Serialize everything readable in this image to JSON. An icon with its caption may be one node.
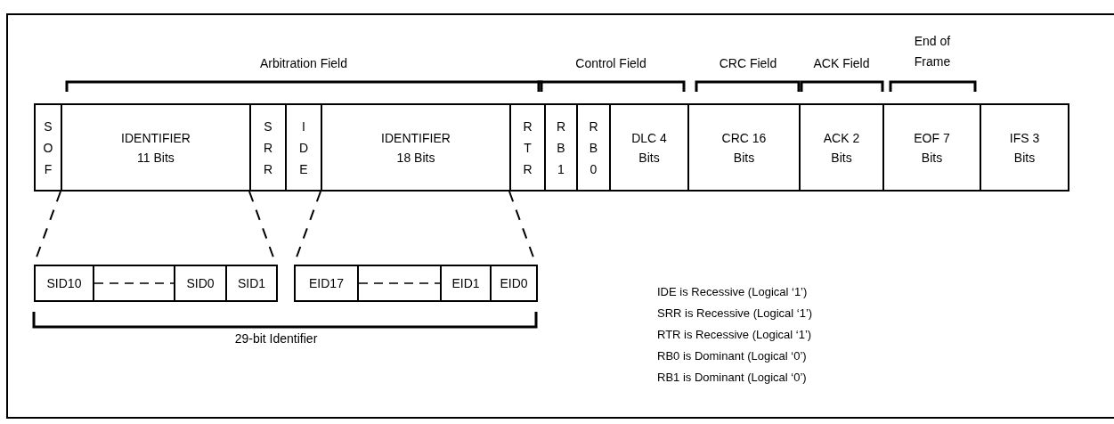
{
  "diagram": {
    "nodes": [
      {
        "text": [
          "S O F"
        ]
      },
      {
        "text": [
          "IDENTIFIER 11 Bits"
        ]
      },
      {
        "text": [
          "S R R"
        ]
      },
      {
        "text": [
          "I D E"
        ]
      },
      {
        "text": [
          "IDENTIFIER 18 Bits"
        ]
      },
      {
        "text": [
          "R T R"
        ]
      },
      {
        "text": [
          "R B 1"
        ]
      },
      {
        "text": [
          "R B 0"
        ]
      },
      {
        "text": [
          "DLC 4 Bits"
        ]
      },
      {
        "text": [
          "CRC 16 Bits"
        ]
      },
      {
        "text": [
          "ACK 2 Bits"
        ]
      },
      {
        "text": [
          "EOF 7 Bits"
        ]
      },
      {
        "text": [
          "IFS 3 Bits"
        ]
      },
      {
        "text": [
          "SID10"
        ]
      },
      {
        "text": [],
        "shape": "box"
      },
      {
        "text": [
          "SID0"
        ]
      },
      {
        "text": [
          "SID1"
        ]
      },
      {
        "text": [
          "EID17"
        ]
      },
      {
        "text": [],
        "shape": "box"
      },
      {
        "text": [
          "EID1"
        ]
      },
      {
        "text": [
          "EID0"
        ]
      }
    ],
    "edges": [
      {
        "from": 1,
        "to": 13,
        "arrow": "none",
        "style": "dashed"
      },
      {
        "from": 1,
        "to": 16,
        "arrow": "none",
        "style": "dashed"
      },
      {
        "from": 4,
        "to": 17,
        "arrow": "none",
        "style": "dashed"
      },
      {
        "from": 4,
        "to": 20,
        "arrow": "none",
        "style": "dashed"
      }
    ],
    "labels": [
      "Arbitration Field",
      "Control Field",
      "CRC Field",
      "ACK Field",
      "End of Frame",
      "IDE is Recessive (Logical ‘1’)",
      "SRR is Recessive (Logical ‘1’)",
      "RTR is Recessive (Logical ‘1’)",
      "RB0 is Dominant (Logical ‘0’)",
      "RB1 is Dominant (Logical ‘0’)",
      "29-bit Identifier"
    ]
  }
}
